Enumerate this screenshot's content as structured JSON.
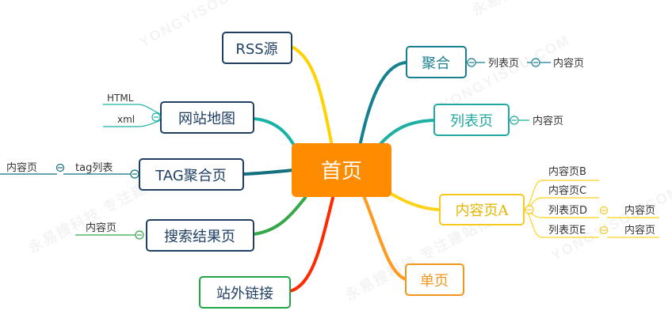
{
  "root": {
    "label": "首页",
    "color": "#ff8c00"
  },
  "right_branches": [
    {
      "id": "aggregate",
      "label": "聚合",
      "color": "#1a7f8e",
      "children": [
        "列表页",
        "内容页"
      ]
    },
    {
      "id": "listpage",
      "label": "列表页",
      "color": "#1fa9a0",
      "children": [
        "内容页"
      ]
    },
    {
      "id": "content",
      "label": "内容页A",
      "color": "#f7c81e",
      "children": [
        {
          "label": "内容页B"
        },
        {
          "label": "内容页C"
        },
        {
          "label": "列表页D",
          "child": "内容页"
        },
        {
          "label": "列表页E",
          "child": "内容页"
        }
      ]
    },
    {
      "id": "single",
      "label": "单页",
      "color": "#f0961c"
    }
  ],
  "left_branches": [
    {
      "id": "rss",
      "label": "RSS源",
      "color": "#1f3f63"
    },
    {
      "id": "sitemap",
      "label": "网站地图",
      "color": "#1f3f63",
      "children": [
        "HTML",
        "xml"
      ]
    },
    {
      "id": "tag",
      "label": "TAG聚合页",
      "color": "#1f3f63",
      "children": [
        "tag列表",
        "内容页"
      ]
    },
    {
      "id": "search",
      "label": "搜索结果页",
      "color": "#1f3f63",
      "children": [
        "内容页"
      ]
    },
    {
      "id": "external",
      "label": "站外链接",
      "color": "#20a848"
    }
  ],
  "colors": {
    "rss_link": "#ffd200",
    "sitemap_link": "#19b3a6",
    "tag_link": "#13707f",
    "search_link": "#34a84a",
    "external_link": "#ff2a00",
    "single_link": "#ff9a1e",
    "content_link": "#ffd21a",
    "aggregate_link": "#15808f",
    "listpage_link": "#1fb0a2"
  }
}
